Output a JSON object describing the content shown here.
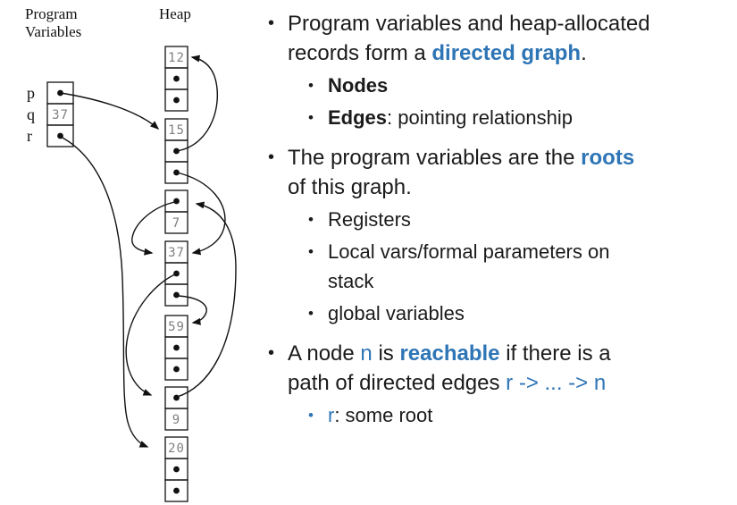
{
  "colors": {
    "blue": "#2e75b6",
    "number_gray": "#7f7f7f",
    "ink": "#1b1b1b"
  },
  "diagram": {
    "program_variables_label_line1": "Program",
    "program_variables_label_line2": "Variables",
    "heap_label": "Heap",
    "variables": [
      {
        "name": "p",
        "cell": "pointer"
      },
      {
        "name": "q",
        "cell": "37"
      },
      {
        "name": "r",
        "cell": "pointer"
      }
    ],
    "heap_records": [
      {
        "cells": [
          "12",
          "pointer",
          "pointer"
        ]
      },
      {
        "cells": [
          "15",
          "pointer",
          "pointer"
        ]
      },
      {
        "cells": [
          "pointer",
          "7"
        ]
      },
      {
        "cells": [
          "37",
          "pointer",
          "pointer"
        ]
      },
      {
        "cells": [
          "59",
          "pointer",
          "pointer"
        ]
      },
      {
        "cells": [
          "pointer",
          "9"
        ]
      },
      {
        "cells": [
          "20",
          "pointer",
          "pointer"
        ]
      }
    ],
    "edges": [
      {
        "from": "var-p",
        "to": "record-15"
      },
      {
        "from": "var-r",
        "to": "record-20"
      },
      {
        "from": "record-15.ptr1",
        "to": "record-12"
      },
      {
        "from": "record-15.ptr2",
        "to": "record-37"
      },
      {
        "from": "record-7.ptr",
        "to": "record-37"
      },
      {
        "from": "record-37.ptr1",
        "to": "record-9.ptr-cell"
      },
      {
        "from": "record-37.ptr2",
        "to": "record-59"
      },
      {
        "from": "record-9.ptr",
        "to": "record-7.ptr-cell"
      }
    ]
  },
  "content": {
    "bullets": [
      {
        "level": 1,
        "segments": [
          {
            "text": "Program variables and heap-allocated"
          },
          {
            "br": true
          },
          {
            "text": "records form a "
          },
          {
            "text": "directed graph",
            "color": "blue",
            "bold": true
          },
          {
            "text": "."
          }
        ]
      },
      {
        "level": 2,
        "segments": [
          {
            "text": "Nodes",
            "bold": true
          }
        ]
      },
      {
        "level": 2,
        "segments": [
          {
            "text": "Edges",
            "bold": true
          },
          {
            "text": ": pointing relationship"
          }
        ]
      },
      {
        "level": 1,
        "segments": [
          {
            "text": "The program variables are the "
          },
          {
            "text": "roots",
            "color": "blue",
            "bold": true
          },
          {
            "br": true
          },
          {
            "text": "of this graph."
          }
        ]
      },
      {
        "level": 2,
        "segments": [
          {
            "text": "Registers"
          }
        ]
      },
      {
        "level": 2,
        "segments": [
          {
            "text": "Local vars/formal parameters on"
          },
          {
            "br": true
          },
          {
            "text": "stack"
          }
        ]
      },
      {
        "level": 2,
        "segments": [
          {
            "text": "global variables"
          }
        ]
      },
      {
        "level": 1,
        "segments": [
          {
            "text": "A node "
          },
          {
            "text": "n",
            "color": "blue"
          },
          {
            "text": " is "
          },
          {
            "text": "reachable",
            "color": "blue",
            "bold": true
          },
          {
            "text": " if there is a"
          },
          {
            "br": true
          },
          {
            "text": "path of directed edges "
          },
          {
            "text": "r -> ... -> n",
            "color": "blue"
          }
        ]
      },
      {
        "level": 2,
        "marker_color": "blue",
        "segments": [
          {
            "text": "r",
            "color": "blue"
          },
          {
            "text": ": some root"
          }
        ]
      }
    ]
  }
}
